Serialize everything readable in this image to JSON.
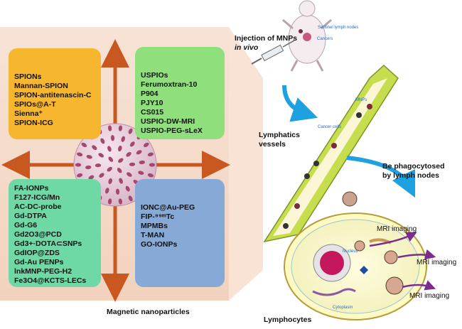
{
  "left_panel": {
    "top_left_items": [
      "SPIONs",
      "Mannan-SPION",
      "SPION-antitenascin-C",
      "SPIOs@A-T",
      "Sienna⁺",
      "SPION-ICG"
    ],
    "top_right_items": [
      "USPIOs",
      "Ferumoxtran-10",
      "P904",
      "PJY10",
      "CS015",
      "USPIO-DW-MRI",
      "USPIO-PEG-sLeX"
    ],
    "bottom_left_items": [
      "FA-IONPs",
      "F127-ICG/Mn",
      "AC-DC-probe",
      "Gd-DTPA",
      "Gd-G6",
      "Gd2O3@PCD",
      "Gd3+·DOTA⊂SNPs",
      "GdIOP@ZDS",
      "Gd-Au PENPs",
      "lnkMNP-PEG-H2",
      "Fe3O4@KCTS-LECs"
    ],
    "bottom_right_items": [
      "IONC@Au-PEG",
      "FIP-⁹⁹ᵐTc",
      "MPMBs",
      "T-MAN",
      "GO-IONPs"
    ],
    "caption": "Magnetic nanoparticles"
  },
  "right_panel": {
    "injection_line1": "Injection of MNPs",
    "injection_line2": "in vivo",
    "sentinel_label": "Sentinel lymph nodes",
    "cancers_label": "Cancers",
    "mnps_label": "MNPs",
    "cancer_cells_label": "Cancer cells",
    "lymphatics_line1": "Lymphatics",
    "lymphatics_line2": "vessels",
    "phago_line1": "Be phagocytosed",
    "phago_line2": "by lymph nodes",
    "nucleus_label": "Nucleus",
    "cytoplasm_label": "Cytoplasm",
    "mri_labels": [
      "MRI imaging",
      "MRI imaging",
      "MRI imaging"
    ],
    "lymphocytes_label": "Lymphocytes"
  },
  "colors": {
    "panel_bg": "#f3d6c2",
    "box_top_left": "#f6b72e",
    "box_top_right": "#8fe07c",
    "box_bottom_left": "#6fd9a6",
    "box_bottom_right": "#86a9d6",
    "arrow": "#c8581f",
    "vessel": "#c6dd4d",
    "flow_arrow": "#1da1e0",
    "mri_arrow": "#7b2d8e"
  }
}
